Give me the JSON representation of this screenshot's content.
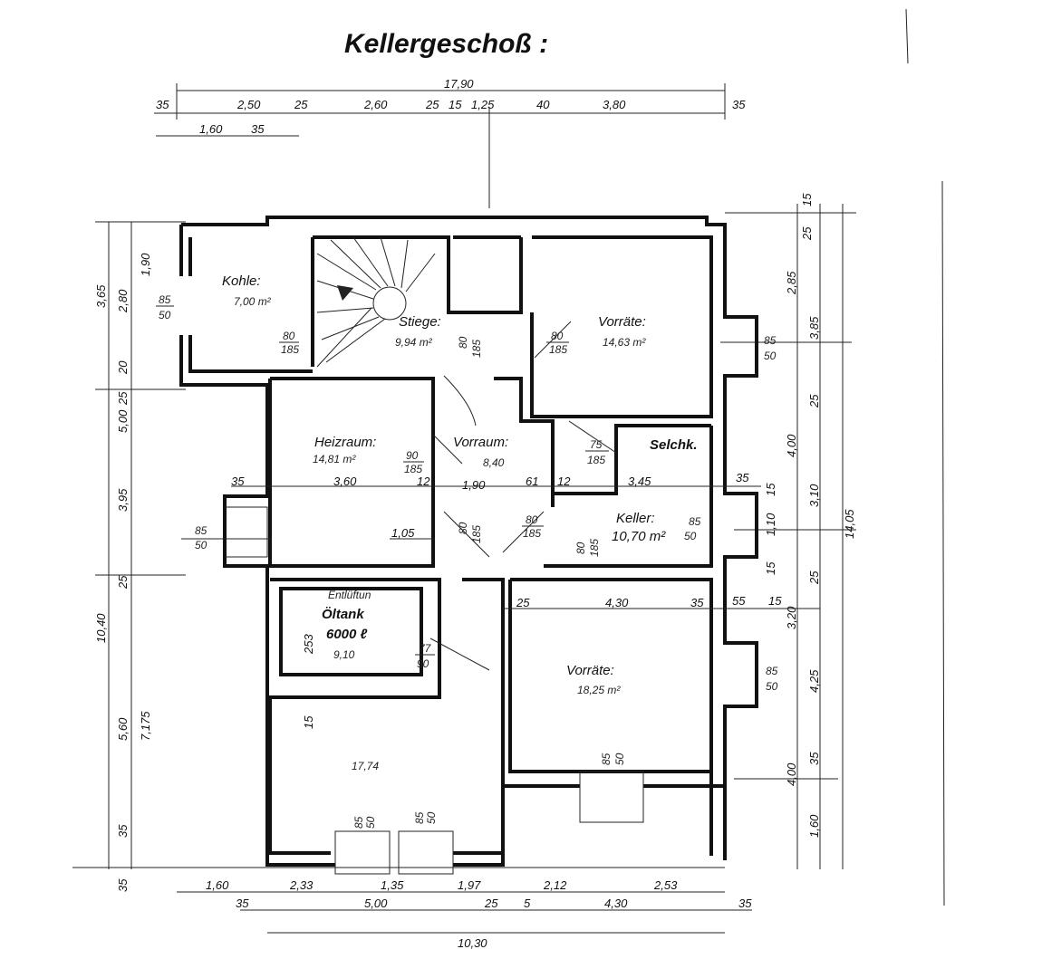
{
  "title": "Kellergeschoß :",
  "top_dims": {
    "total": "17,90",
    "row1": [
      "35",
      "2,50",
      "25",
      "2,60",
      "25",
      "15",
      "1,25",
      "40",
      "3,80",
      "35"
    ],
    "row2": [
      "1,60",
      "35"
    ]
  },
  "bottom_dims": {
    "row1": [
      "1,60",
      "2,33",
      "1,35",
      "1,97",
      "2,12",
      "2,53"
    ],
    "row2": [
      "35",
      "5,00",
      "25",
      "5",
      "4,30",
      "35"
    ],
    "total": "10,30"
  },
  "left_dims": {
    "outer": [
      "3,65",
      "10,40"
    ],
    "mid": [
      "2,80",
      "5,00",
      "3,95",
      "5,60",
      "7,175"
    ],
    "inner": [
      "1,90",
      "20",
      "25",
      "25",
      "35",
      "35"
    ]
  },
  "right_dims": {
    "outer": [
      "14,05"
    ],
    "mid": [
      "2,85",
      "3,85",
      "4,00",
      "3,10",
      "3,20",
      "4,25",
      "4,00",
      "1,60"
    ],
    "inner": [
      "15",
      "25",
      "25",
      "15",
      "1,10",
      "15",
      "25",
      "15",
      "35"
    ]
  },
  "rooms": {
    "kohle": {
      "name": "Kohle:",
      "area": "7,00 m²"
    },
    "stiege": {
      "name": "Stiege:",
      "area": "9,94 m²"
    },
    "vorraete_top": {
      "name": "Vorräte:",
      "area": "14,63 m²"
    },
    "heizraum": {
      "name": "Heizraum:",
      "area": "14,81 m²"
    },
    "vorraum": {
      "name": "Vorraum:",
      "area": "8,40"
    },
    "selchk": {
      "name": "Selchk."
    },
    "keller": {
      "name": "Keller:",
      "area": "10,70 m²"
    },
    "oeltank": {
      "name": "Öltank",
      "capacity": "6000 ℓ",
      "size": "9,10",
      "entlueftung": "Entlüftun"
    },
    "vorraete_bottom": {
      "name": "Vorräte:",
      "area": "18,25 m²"
    },
    "room_17": {
      "area": "17,74"
    }
  },
  "inner_dims": {
    "heiz_width": "3,60",
    "heiz_left": "35",
    "vorraum_w": "1,90",
    "vorraum_12": "12",
    "d61": "61",
    "d12b": "12",
    "selch_w": "3,45",
    "right35": "35",
    "d105": "1,05",
    "d25": "25",
    "d430": "4,30",
    "d35b": "35",
    "d55": "55",
    "oel_253": "253",
    "d15": "15"
  },
  "openings": {
    "kohle_win": [
      "85",
      "50"
    ],
    "door_80_185": [
      "80",
      "185"
    ],
    "door_90_185": [
      "90",
      "185"
    ],
    "door_75_185": [
      "75",
      "185"
    ],
    "door_77_90": [
      "77",
      "90"
    ],
    "win_85_50": [
      "85",
      "50"
    ]
  }
}
